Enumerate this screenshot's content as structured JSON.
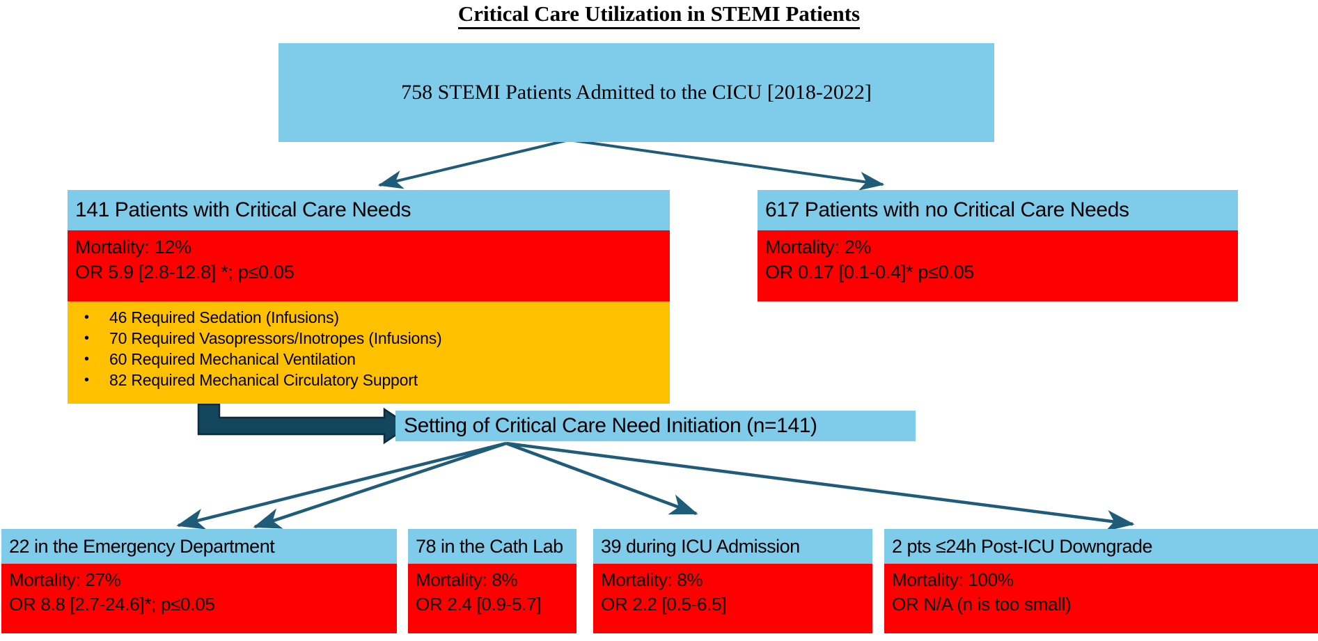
{
  "title": "Critical Care Utilization in STEMI Patients",
  "colors": {
    "blue": "#7FCBEA",
    "red": "#FF0000",
    "orange": "#FFC000",
    "arrow": "#1F5C7A",
    "elbow_arrow_fill": "#13455C",
    "text": "#000000"
  },
  "top_box": {
    "label": "758 STEMI Patients Admitted to the CICU [2018-2022]"
  },
  "groups": [
    {
      "header": "141 Patients with Critical Care Needs",
      "stats": [
        "Mortality: 12%",
        "OR 5.9 [2.8-12.8] *; p≤0.05"
      ],
      "bullets": [
        "46 Required Sedation (Infusions)",
        "70 Required Vasopressors/Inotropes (Infusions)",
        "60 Required Mechanical Ventilation",
        "82 Required Mechanical Circulatory Support"
      ]
    },
    {
      "header": "617 Patients with no Critical Care Needs",
      "stats": [
        "Mortality: 2%",
        "OR 0.17 [0.1-0.4]* p≤0.05"
      ]
    }
  ],
  "setting_box": {
    "label": "Setting of Critical Care Need Initiation (n=141)"
  },
  "leaves": [
    {
      "header": "22 in the Emergency Department",
      "stats": [
        "Mortality: 27%",
        "OR 8.8 [2.7-24.6]*; p≤0.05"
      ]
    },
    {
      "header": "78 in the Cath Lab",
      "stats": [
        "Mortality: 8%",
        "OR 2.4 [0.9-5.7]"
      ]
    },
    {
      "header": "39 during ICU Admission",
      "stats": [
        "Mortality: 8%",
        "OR 2.2 [0.5-6.5]"
      ]
    },
    {
      "header": "2 pts ≤24h Post-ICU Downgrade",
      "stats": [
        "Mortality: 100%",
        "OR N/A (n is too small)"
      ]
    }
  ],
  "bullet_glyph": "•"
}
